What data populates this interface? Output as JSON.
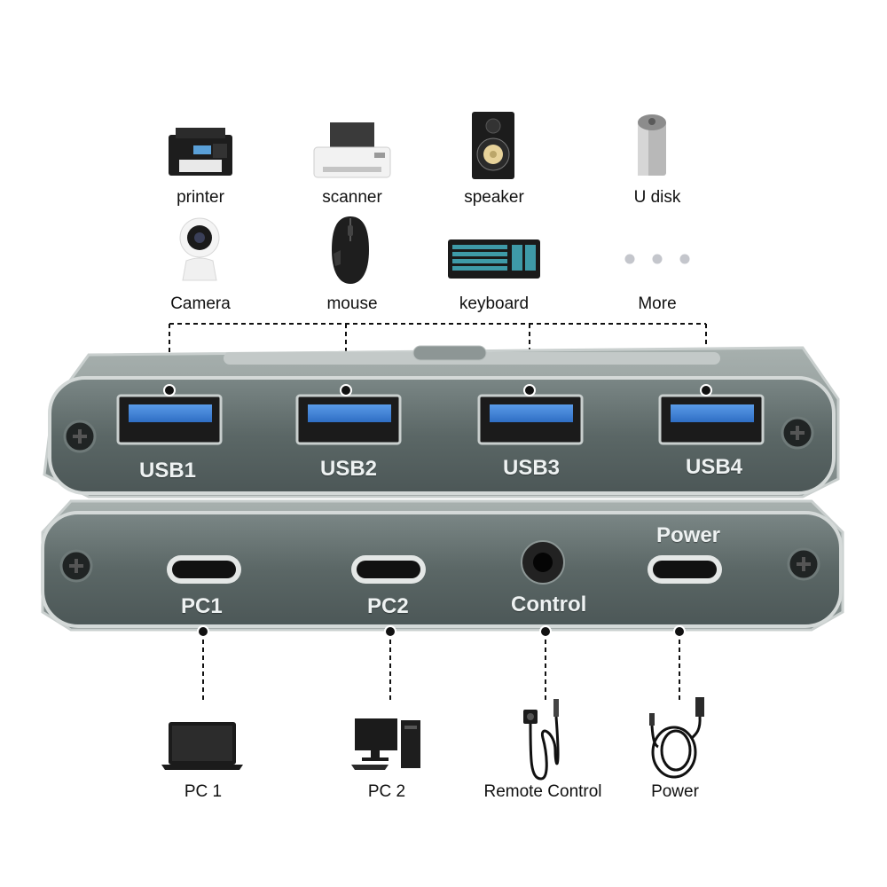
{
  "peripherals": [
    {
      "label": "printer",
      "icon": "printer-icon"
    },
    {
      "label": "scanner",
      "icon": "scanner-icon"
    },
    {
      "label": "speaker",
      "icon": "speaker-icon"
    },
    {
      "label": "U disk",
      "icon": "usb-disk-icon"
    },
    {
      "label": "Camera",
      "icon": "camera-icon"
    },
    {
      "label": "mouse",
      "icon": "mouse-icon"
    },
    {
      "label": "keyboard",
      "icon": "keyboard-icon"
    },
    {
      "label": "More",
      "icon": "more-dots-icon"
    }
  ],
  "switch_top": {
    "ports": [
      "USB1",
      "USB2",
      "USB3",
      "USB4"
    ],
    "port_color": "#3a7bd5",
    "body_color": "#5f6b6a"
  },
  "switch_bottom": {
    "ports": [
      "PC1",
      "PC2",
      "Control",
      "Power"
    ]
  },
  "hosts": [
    {
      "label": "PC 1",
      "icon": "laptop-icon"
    },
    {
      "label": "PC 2",
      "icon": "desktop-pc-icon"
    },
    {
      "label": "Remote Control",
      "icon": "remote-control-cable-icon"
    },
    {
      "label": "Power",
      "icon": "usb-power-cable-icon"
    }
  ]
}
